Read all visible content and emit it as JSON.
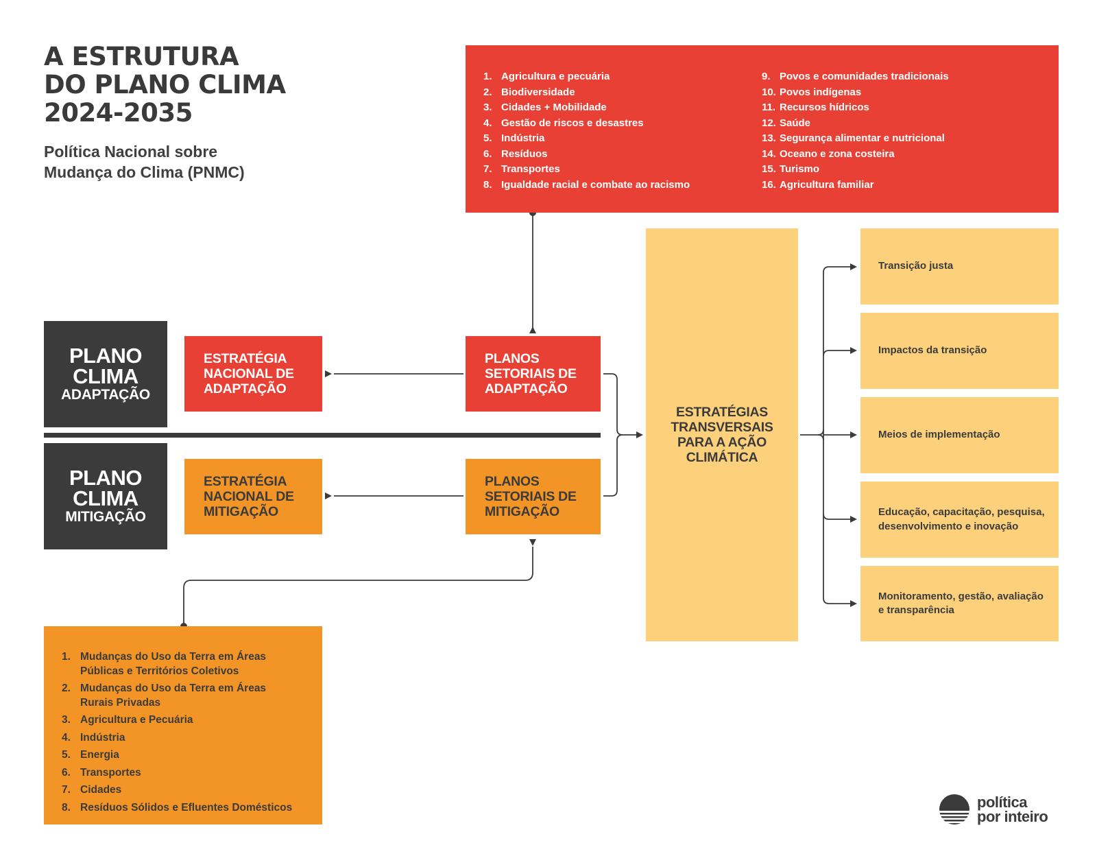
{
  "header": {
    "title_lines": [
      "A ESTRUTURA",
      "DO PLANO CLIMA",
      "2024-2035"
    ],
    "subtitle_lines": [
      "Política Nacional sobre",
      "Mudança do Clima (PNMC)"
    ]
  },
  "adaptation_sectors": {
    "col1": [
      {
        "num": "1.",
        "label": "Agricultura e pecuária"
      },
      {
        "num": "2.",
        "label": "Biodiversidade"
      },
      {
        "num": "3.",
        "label": "Cidades + Mobilidade"
      },
      {
        "num": "4.",
        "label": "Gestão de riscos e desastres"
      },
      {
        "num": "5.",
        "label": "Indústria"
      },
      {
        "num": "6.",
        "label": "Resíduos"
      },
      {
        "num": "7.",
        "label": "Transportes"
      },
      {
        "num": "8.",
        "label": "Igualdade racial e combate ao racismo"
      }
    ],
    "col2": [
      {
        "num": "9.",
        "label": "Povos e comunidades tradicionais"
      },
      {
        "num": "10.",
        "label": "Povos indígenas"
      },
      {
        "num": "11.",
        "label": "Recursos hídricos"
      },
      {
        "num": "12.",
        "label": "Saúde"
      },
      {
        "num": "13.",
        "label": "Segurança alimentar e nutricional"
      },
      {
        "num": "14.",
        "label": "Oceano e zona costeira"
      },
      {
        "num": "15.",
        "label": "Turismo"
      },
      {
        "num": "16.",
        "label": "Agricultura familiar"
      }
    ]
  },
  "plano_adaptacao": {
    "line1": "PLANO",
    "line2": "CLIMA",
    "line3": "ADAPTAÇÃO"
  },
  "plano_mitigacao": {
    "line1": "PLANO",
    "line2": "CLIMA",
    "line3": "MITIGAÇÃO"
  },
  "estrategia_adaptacao": "ESTRATÉGIA\nNACIONAL DE\nADAPTAÇÃO",
  "estrategia_mitigacao": "ESTRATÉGIA\nNACIONAL DE\nMITIGAÇÃO",
  "planos_adaptacao": "PLANOS\nSETORIAIS DE\nADAPTAÇÃO",
  "planos_mitigacao": "PLANOS\nSETORIAIS DE\nMITIGAÇÃO",
  "transversal": "ESTRATÉGIAS\nTRANSVERSAIS\nPARA A AÇÃO\nCLIMÁTICA",
  "transversal_items": [
    "Transição justa",
    "Impactos da transição",
    "Meios de implementação",
    "Educação, capacitação, pesquisa, desenvolvimento e inovação",
    "Monitoramento, gestão, avaliação e transparência"
  ],
  "mitigation_sectors": [
    {
      "num": "1.",
      "label": "Mudanças do Uso da Terra em Áreas Públicas e Territórios Coletivos"
    },
    {
      "num": "2.",
      "label": "Mudanças do Uso da Terra em Áreas Rurais Privadas"
    },
    {
      "num": "3.",
      "label": "Agricultura e Pecuária"
    },
    {
      "num": "4.",
      "label": "Indústria"
    },
    {
      "num": "5.",
      "label": "Energia"
    },
    {
      "num": "6.",
      "label": "Transportes"
    },
    {
      "num": "7.",
      "label": "Cidades"
    },
    {
      "num": "8.",
      "label": "Resíduos Sólidos e Efluentes Domésticos"
    }
  ],
  "logo": {
    "line1": "política",
    "line2": "por inteiro"
  },
  "colors": {
    "red": "#e84034",
    "orange": "#f39426",
    "yellow": "#fdd17c",
    "dark": "#3b3b3b"
  }
}
